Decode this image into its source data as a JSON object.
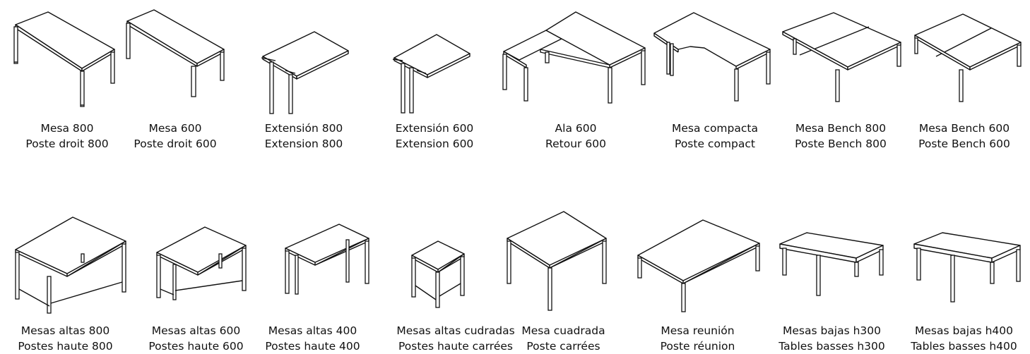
{
  "catalog": {
    "row1": [
      {
        "icon": "desk-800-drawing",
        "label_es": "Mesa 800",
        "label_fr": "Poste droit 800"
      },
      {
        "icon": "desk-600-drawing",
        "label_es": "Mesa 600",
        "label_fr": "Poste droit 600"
      },
      {
        "icon": "extension-800-drawing",
        "label_es": "Extensión 800",
        "label_fr": "Extension 800"
      },
      {
        "icon": "extension-600-drawing",
        "label_es": "Extensión 600",
        "label_fr": "Extension 600"
      },
      {
        "icon": "return-600-drawing",
        "label_es": "Ala 600",
        "label_fr": "Retour 600"
      },
      {
        "icon": "compact-desk-drawing",
        "label_es": "Mesa compacta",
        "label_fr": "Poste compact"
      },
      {
        "icon": "bench-800-drawing",
        "label_es": "Mesa Bench 800",
        "label_fr": "Poste Bench 800"
      },
      {
        "icon": "bench-600-drawing",
        "label_es": "Mesa Bench 600",
        "label_fr": "Poste Bench 600"
      }
    ],
    "row2": [
      {
        "icon": "high-table-800-drawing",
        "label_es": "Mesas altas 800",
        "label_fr": "Postes haute 800"
      },
      {
        "icon": "high-table-600-drawing",
        "label_es": "Mesas altas 600",
        "label_fr": "Postes haute 600"
      },
      {
        "icon": "high-table-400-drawing",
        "label_es": "Mesas altas 400",
        "label_fr": "Postes haute 400"
      },
      {
        "icon": "high-table-square-drawing",
        "label_es": "Mesas altas cudradas",
        "label_fr": "Postes haute carrées"
      },
      {
        "icon": "square-table-drawing",
        "label_es": "Mesa cuadrada",
        "label_fr": "Poste carrées"
      },
      {
        "icon": "meeting-table-drawing",
        "label_es": "Mesa reunión",
        "label_fr": "Poste réunion"
      },
      {
        "icon": "low-table-h300-drawing",
        "label_es": "Mesas bajas h300",
        "label_fr": "Tables basses h300"
      },
      {
        "icon": "low-table-h400-drawing",
        "label_es": "Mesas bajas h400",
        "label_fr": "Tables basses h400"
      }
    ]
  }
}
